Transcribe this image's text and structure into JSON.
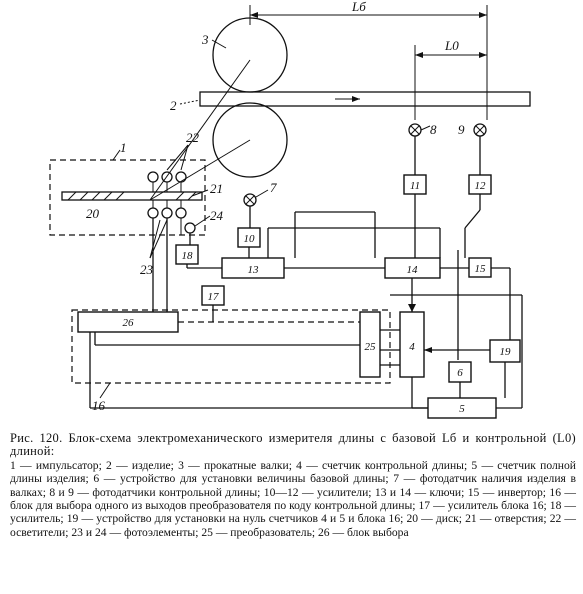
{
  "figure": {
    "labels": {
      "L_b": "Lб",
      "L_0": "L0",
      "n1": "1",
      "n2": "2",
      "n3": "3",
      "n7": "7",
      "n8": "8",
      "n9": "9",
      "n10": "10",
      "n11": "11",
      "n12": "12",
      "n13": "13",
      "n14": "14",
      "n15": "15",
      "n16": "16",
      "n17": "17",
      "n18": "18",
      "n19": "19",
      "n20": "20",
      "n21": "21",
      "n22": "22",
      "n23": "23",
      "n24": "24",
      "n25": "25",
      "n26": "26",
      "b4": "4",
      "b5": "5",
      "b6": "6"
    }
  },
  "caption": {
    "title": "Рис. 120. Блок-схема электромеханического измерителя длины с базовой Lб и контрольной (L0) длиной:",
    "legend": "1 — импульсатор; 2 — изделие; 3 — прокатные валки; 4 — счетчик контрольной длины; 5 — счетчик полной длины изделия; 6 — устройство для установки величины базовой длины; 7 — фотодатчик наличия изделия в валках; 8 и 9 — фотодатчики контрольной длины; 10—12 — усилители; 13 и 14 — ключи; 15 — инвертор; 16 — блок для выбора одного из выходов преобразователя по коду контрольной длины; 17 — усилитель блока 16; 18 — усилитель; 19 — устройство для установки на нуль счетчиков 4 и 5 и блока 16; 20 — диск; 21 — отверстия; 22 — осветители; 23 и 24 — фотоэлементы; 25 — преобразователь; 26 — блок выбора"
  }
}
